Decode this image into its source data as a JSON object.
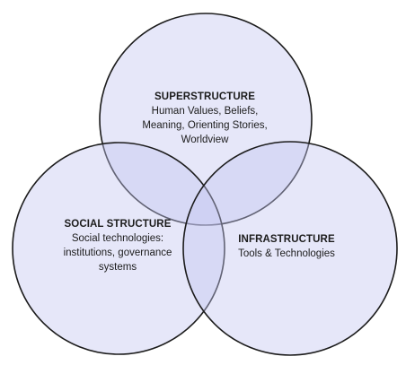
{
  "circles": [
    {
      "id": "superstructure",
      "title": "SUPERSTRUCTURE",
      "lines": [
        "Human Values, Beliefs,",
        "Meaning, Orienting Stories,",
        "Worldview"
      ]
    },
    {
      "id": "social-structure",
      "title": "SOCIAL STRUCTURE",
      "lines": [
        "Social technologies:",
        "institutions, governance",
        "systems"
      ]
    },
    {
      "id": "infrastructure",
      "title": "INFRASTRUCTURE",
      "lines": [
        "Tools & Technologies"
      ]
    }
  ],
  "colors": {
    "circle_fill": "#c4c6f0",
    "circle_stroke": "#1c1c1c",
    "text": "#1c1c1c"
  }
}
